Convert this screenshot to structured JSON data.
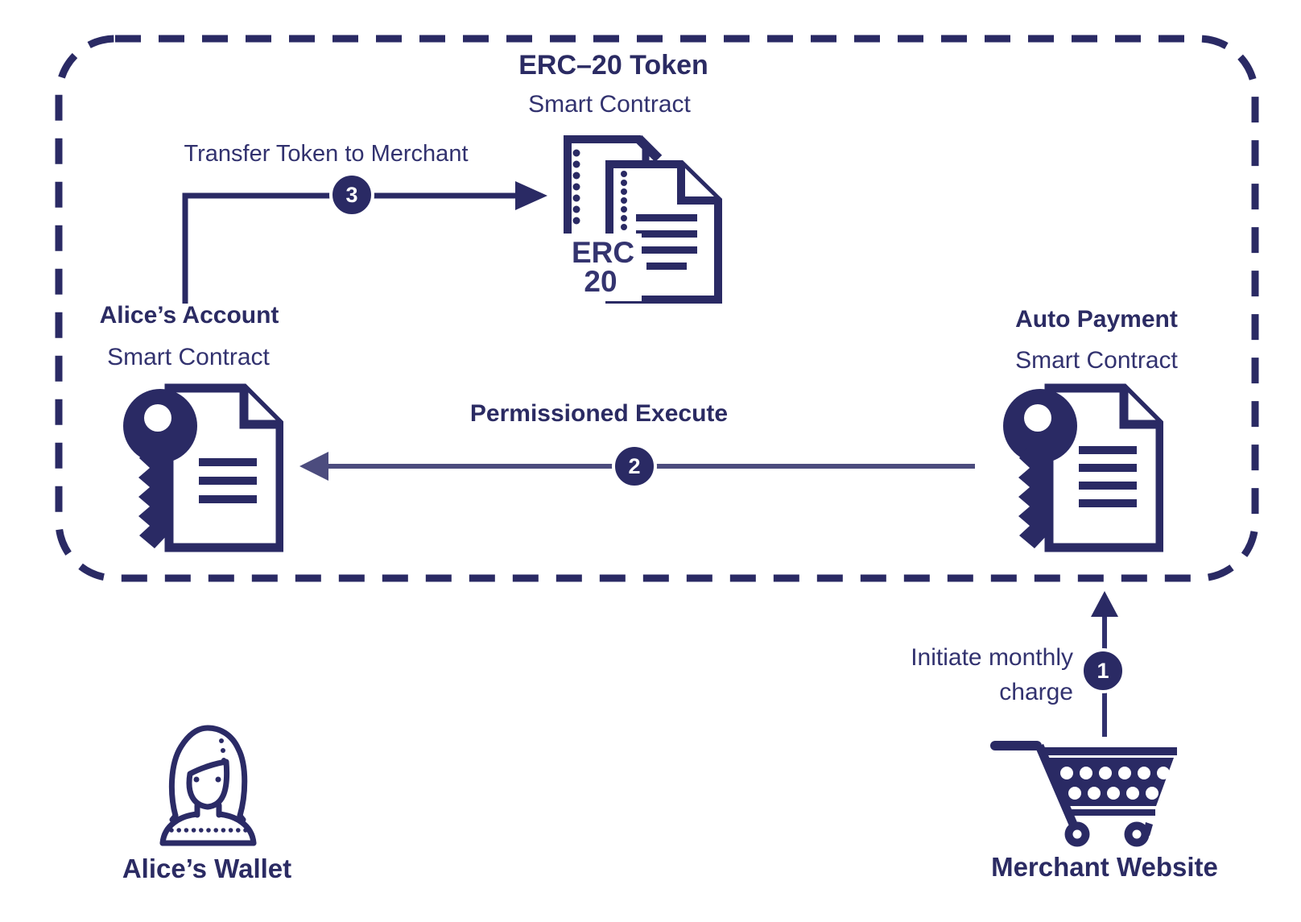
{
  "colors": {
    "navy": "#2a2a64",
    "slate_arrow": "#4c4c7e",
    "background": "#ffffff"
  },
  "nodes": {
    "erc20_token": {
      "title": "ERC–20 Token",
      "subtitle": "Smart Contract",
      "icon": "erc20-contract-document-icon",
      "icon_text": [
        "ERC",
        "20"
      ]
    },
    "alice_account": {
      "title": "Alice’s Account",
      "subtitle": "Smart Contract",
      "icon": "key-contract-icon"
    },
    "auto_payment": {
      "title": "Auto Payment",
      "subtitle": "Smart Contract",
      "icon": "key-contract-icon"
    },
    "alice_wallet": {
      "label": "Alice’s Wallet",
      "icon": "person-icon"
    },
    "merchant_website": {
      "label": "Merchant Website",
      "icon": "shopping-cart-icon"
    }
  },
  "steps": [
    {
      "number": "1",
      "label_lines": [
        "Initiate monthly",
        "charge"
      ]
    },
    {
      "number": "2",
      "label": "Permissioned Execute"
    },
    {
      "number": "3",
      "label": "Transfer Token to Merchant"
    }
  ]
}
